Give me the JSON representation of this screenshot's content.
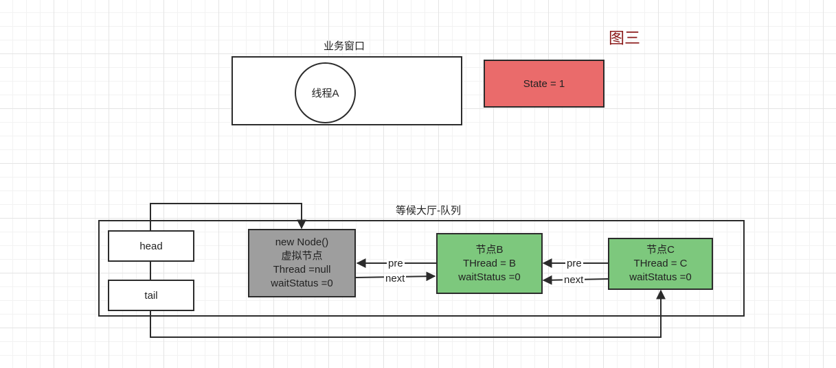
{
  "figure_label": "图三",
  "business_window": {
    "title": "业务窗口",
    "thread": "线程A"
  },
  "state_box": "State = 1",
  "queue": {
    "title": "等候大厅-队列",
    "head": "head",
    "tail": "tail",
    "dummy_node": [
      "new Node()",
      "虚拟节点",
      "Thread =null",
      "waitStatus =0"
    ],
    "node_b": [
      "节点B",
      "THread = B",
      "waitStatus =0"
    ],
    "node_c": [
      "节点C",
      "THread = C",
      "waitStatus =0"
    ],
    "links": {
      "pre_1": "pre",
      "next_1": "next",
      "pre_2": "pre",
      "next_2": "next"
    }
  },
  "colors": {
    "figure_label": "#8b1a1a",
    "state_fill": "#ea6b6b",
    "dummy_fill": "#9e9e9e",
    "node_fill": "#7dc87d",
    "stroke": "#2b2b2b"
  }
}
